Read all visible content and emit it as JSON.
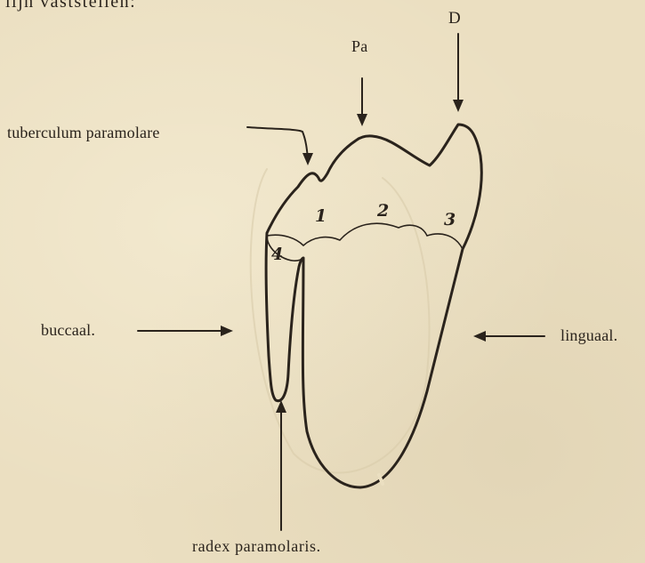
{
  "header_text": "lijn vaststellen:",
  "labels": {
    "D": "D",
    "Pa": "Pa",
    "tuberculum": "tuberculum paramolare",
    "buccaal": "buccaal.",
    "linguaal": "linguaal.",
    "radex": "radex paramolaris."
  },
  "cusp_numbers": [
    "1",
    "2",
    "3",
    "4"
  ],
  "colors": {
    "ink": "#2a231c",
    "paper": "#ebdfc1"
  }
}
